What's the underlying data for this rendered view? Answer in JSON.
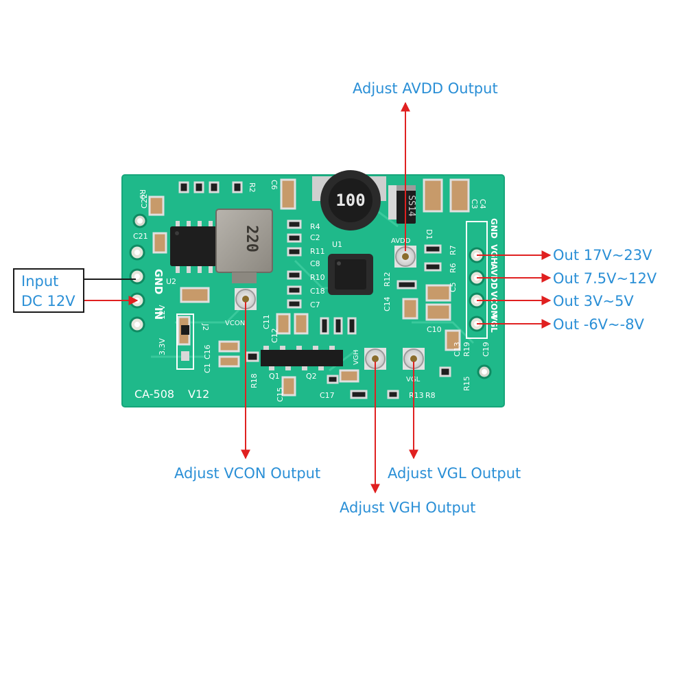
{
  "board": {
    "model": "CA-508",
    "version": "V12",
    "inductor_small": "100",
    "inductor_large": "220",
    "diode": "SS14",
    "left_header": {
      "gnd": "GND",
      "in": "IN",
      "v12": "12V",
      "v33": "3.3V"
    },
    "right_header": [
      "GND",
      "VGH",
      "AVDD",
      "VCOM",
      "VGL"
    ],
    "pots": {
      "vcon": "VCON",
      "avdd": "AVDD",
      "vgh": "VGH",
      "vgl": "VGL"
    },
    "silkscreen": {
      "u1": "U1",
      "u2": "U2",
      "j2": "J2",
      "r4": "R4",
      "c2": "C2",
      "r11": "R11",
      "c8": "C8",
      "r10": "R10",
      "c18": "C18",
      "c7": "C7",
      "c21": "C21",
      "c22": "C22",
      "r2": "R2",
      "c6": "C6",
      "r9": "R9",
      "c11": "C11",
      "c12": "C12",
      "c16": "C16",
      "c1": "C1",
      "c15": "C15",
      "c17": "C17",
      "q1": "Q1",
      "q2": "Q2",
      "r18": "R18",
      "c10": "C10",
      "c13": "C13",
      "r19": "R19",
      "c19": "C19",
      "r15": "R15",
      "r13": "R13",
      "r8": "R8",
      "r7": "R7",
      "r6": "R6",
      "c5": "C5",
      "c3": "C3",
      "c4": "C4",
      "d1": "D1",
      "r12": "R12",
      "c14": "C14"
    }
  },
  "labels": {
    "input_line1": "Input",
    "input_line2": "DC 12V",
    "adjust_avdd": "Adjust AVDD Output",
    "adjust_vcon": "Adjust VCON Output",
    "adjust_vgh": "Adjust VGH Output",
    "adjust_vgl": "Adjust VGL Output",
    "out_vgh": "Out 17V~23V",
    "out_avdd": "Out 7.5V~12V",
    "out_vcom": "Out 3V~5V",
    "out_vgl": "Out -6V~-8V"
  },
  "colors": {
    "pcb": "#1fb98a",
    "pcb_edge": "#16a57a",
    "label": "#2a8fd6",
    "arrow": "#e02020",
    "line": "#1a1a1a"
  }
}
